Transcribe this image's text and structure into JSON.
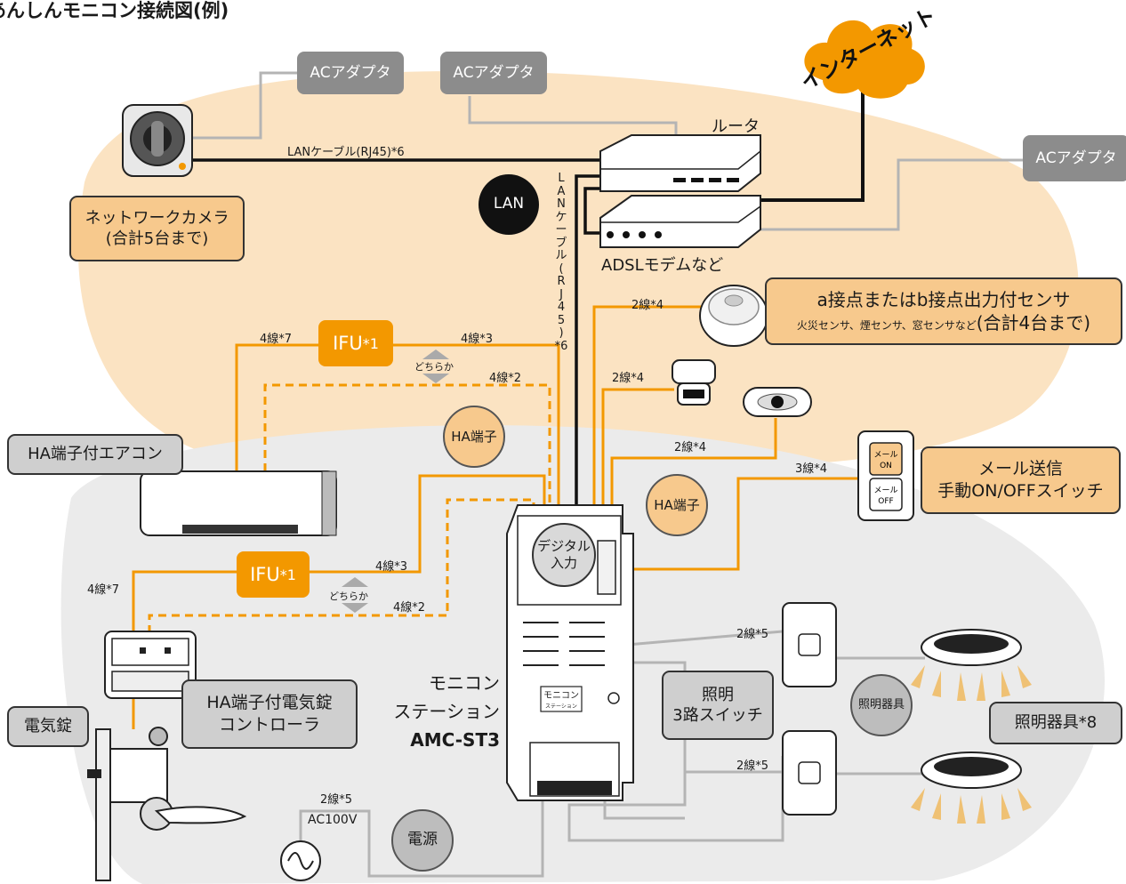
{
  "title": "あんしんモニコン接続図(例)",
  "internet": "インターネット",
  "ac_adapter": "ACアダプタ",
  "router": "ルータ",
  "modem": "ADSLモデムなど",
  "lan": "LAN",
  "lan_cable_h": "LANケーブル(RJ45)*6",
  "lan_cable_v": [
    "L",
    "A",
    "N",
    "ケ",
    "ー",
    "ブ",
    "ル",
    "(",
    "R",
    "J",
    "4",
    "5",
    ")",
    "*6"
  ],
  "network_camera": {
    "line1": "ネットワークカメラ",
    "line2": "(合計5台まで)"
  },
  "sensor": {
    "line1": "a接点またはb接点出力付センサ",
    "line2_small": "火災センサ、煙センサ、窓センサなど",
    "line2_big": "(合計4台まで)"
  },
  "mail_switch": {
    "line1": "メール送信",
    "line2": "手動ON/OFFスイッチ",
    "on": "メール ON",
    "off": "メール OFF",
    "on_a": "メール",
    "on_b": "ON",
    "off_a": "メール",
    "off_b": "OFF"
  },
  "aircon": "HA端子付エアコン",
  "ifu": "IFU",
  "ifu_star": "*1",
  "either": "どちらか",
  "ha_terminal": "HA端子",
  "digital_input": {
    "line1": "デジタル",
    "line2": "入力"
  },
  "station": {
    "line1": "モニコン",
    "line2": "ステーション",
    "line3": "AMC-ST3",
    "panel_label": "モニコン",
    "panel_sub": "ステーション"
  },
  "lock_controller": {
    "line1": "HA端子付電気錠",
    "line2": "コントローラ"
  },
  "electric_lock": "電気錠",
  "lighting_switch": {
    "line1": "照明",
    "line2": "3路スイッチ"
  },
  "lighting_fixture": "照明器具",
  "lighting_fixture_tag": "照明器具*8",
  "power": "電源",
  "ac100v": "AC100V",
  "wires": {
    "w4_7": "4線*7",
    "w4_3": "4線*3",
    "w4_2": "4線*2",
    "w2_4": "2線*4",
    "w3_4": "3線*4",
    "w2_5": "2線*5"
  },
  "colors": {
    "orange": "#f39800",
    "peach_bg": "#fbe3c2",
    "gray_bg": "#ebebeb",
    "tag_gray": "#8c8c8c",
    "box_orange": "#f7c98d"
  }
}
